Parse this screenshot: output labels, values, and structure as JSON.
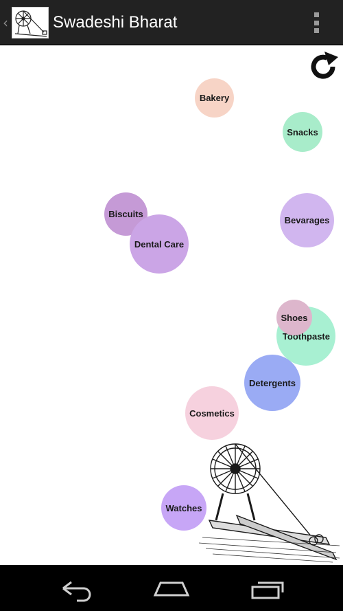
{
  "app": {
    "title": "Swadeshi Bharat",
    "logo_icon": "spinning-wheel-logo"
  },
  "toolbar": {
    "up_icon": "up-caret-icon",
    "overflow_icon": "overflow-menu-icon",
    "refresh_icon": "refresh-icon"
  },
  "categories": [
    {
      "label": "Bakery",
      "color": "#f7d4c6"
    },
    {
      "label": "Snacks",
      "color": "#a8ecca"
    },
    {
      "label": "Biscuits",
      "color": "#c59ad6"
    },
    {
      "label": "Dental Care",
      "color": "#cba5e6"
    },
    {
      "label": "Bevarages",
      "color": "#d1b6ef"
    },
    {
      "label": "Toothpaste",
      "color": "#a8f0d2"
    },
    {
      "label": "Shoes",
      "color": "#ddb6cc"
    },
    {
      "label": "Detergents",
      "color": "#9aabf4"
    },
    {
      "label": "Cosmetics",
      "color": "#f6d1de"
    },
    {
      "label": "Watches",
      "color": "#c7a6f6"
    }
  ],
  "nav": {
    "back_icon": "back-icon",
    "home_icon": "home-icon",
    "recents_icon": "recents-icon"
  }
}
